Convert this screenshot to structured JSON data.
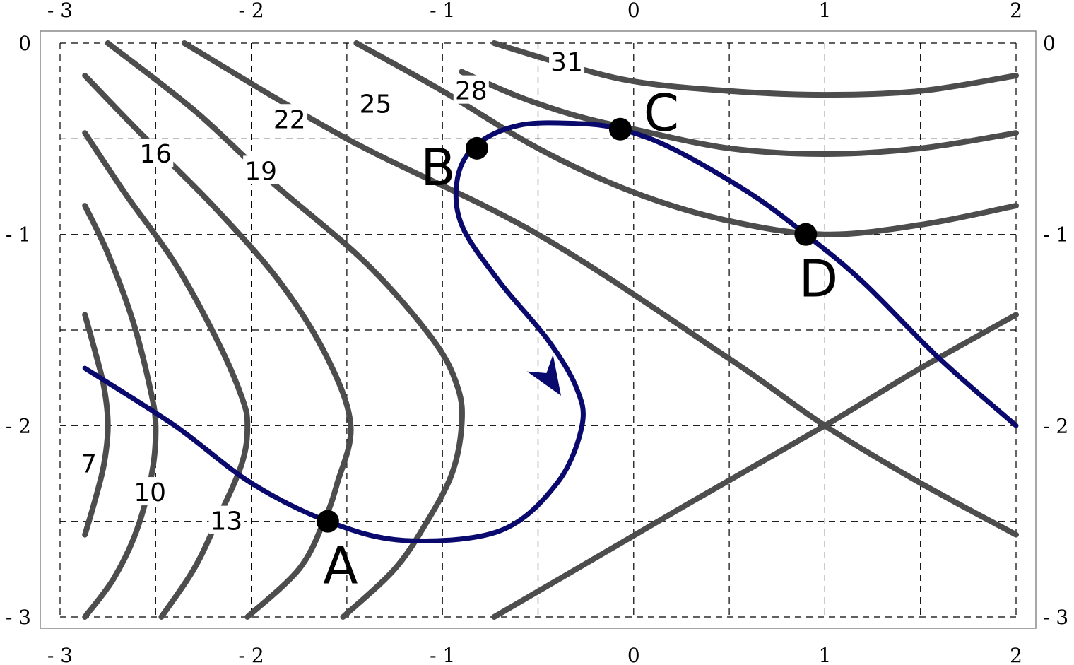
{
  "chart_data": {
    "type": "line",
    "xlim": [
      -3,
      2
    ],
    "ylim": [
      -3,
      0
    ],
    "x_ticks": [
      -3,
      -2,
      -1,
      0,
      1,
      2
    ],
    "y_ticks": [
      0,
      -1,
      -2,
      -3
    ],
    "x_tick_labels": [
      "- 3",
      "- 2",
      "- 1",
      "0",
      "1",
      "2"
    ],
    "y_tick_labels": [
      "0",
      "- 1",
      "- 2",
      "- 3"
    ],
    "grid": true,
    "grid_step": 0.5,
    "colors": {
      "contour": "#4d4d4d",
      "path": "#0a0a6e",
      "grid": "#000000",
      "frame": "#8a8a8a"
    },
    "contours": [
      {
        "label": "7",
        "label_at": [
          -2.85,
          -2.2
        ],
        "points": [
          [
            -2.87,
            -1.42
          ],
          [
            -2.82,
            -1.6
          ],
          [
            -2.77,
            -1.8
          ],
          [
            -2.75,
            -2.0
          ],
          [
            -2.77,
            -2.2
          ],
          [
            -2.82,
            -2.4
          ],
          [
            -2.87,
            -2.57
          ]
        ]
      },
      {
        "label": "10",
        "label_at": [
          -2.53,
          -2.35
        ],
        "points": [
          [
            -2.87,
            -0.85
          ],
          [
            -2.75,
            -1.1
          ],
          [
            -2.62,
            -1.45
          ],
          [
            -2.53,
            -1.8
          ],
          [
            -2.5,
            -2.0
          ],
          [
            -2.52,
            -2.25
          ],
          [
            -2.6,
            -2.55
          ],
          [
            -2.72,
            -2.8
          ],
          [
            -2.87,
            -3.0
          ]
        ]
      },
      {
        "label": "13",
        "label_at": [
          -2.13,
          -2.5
        ],
        "points": [
          [
            -2.87,
            -0.47
          ],
          [
            -2.65,
            -0.8
          ],
          [
            -2.4,
            -1.15
          ],
          [
            -2.18,
            -1.55
          ],
          [
            -2.05,
            -1.85
          ],
          [
            -2.02,
            -2.0
          ],
          [
            -2.05,
            -2.2
          ],
          [
            -2.18,
            -2.5
          ],
          [
            -2.3,
            -2.75
          ],
          [
            -2.47,
            -3.0
          ]
        ]
      },
      {
        "label": "16",
        "label_at": [
          -2.5,
          -0.58
        ],
        "points": [
          [
            -2.87,
            -0.17
          ],
          [
            -2.6,
            -0.45
          ],
          [
            -2.2,
            -0.85
          ],
          [
            -1.85,
            -1.25
          ],
          [
            -1.6,
            -1.65
          ],
          [
            -1.48,
            -2.0
          ],
          [
            -1.55,
            -2.3
          ],
          [
            -1.62,
            -2.5
          ],
          [
            -1.75,
            -2.75
          ],
          [
            -2.02,
            -3.0
          ]
        ]
      },
      {
        "label": "19",
        "label_at": [
          -1.95,
          -0.67
        ],
        "points": [
          [
            -2.75,
            0.0
          ],
          [
            -2.3,
            -0.35
          ],
          [
            -1.9,
            -0.72
          ],
          [
            -1.4,
            -1.15
          ],
          [
            -1.05,
            -1.55
          ],
          [
            -0.92,
            -1.8
          ],
          [
            -0.9,
            -2.0
          ],
          [
            -0.95,
            -2.25
          ],
          [
            -1.08,
            -2.5
          ],
          [
            -1.25,
            -2.75
          ],
          [
            -1.52,
            -3.0
          ]
        ]
      },
      {
        "label": "22",
        "label_at": [
          -1.8,
          -0.4
        ],
        "points": [
          [
            -2.35,
            0.0
          ],
          [
            -1.5,
            -0.5
          ],
          [
            -0.5,
            -1.0
          ],
          [
            0.5,
            -1.65
          ],
          [
            1.0,
            -2.0
          ],
          [
            1.5,
            -2.3
          ],
          [
            2.0,
            -2.57
          ]
        ]
      },
      {
        "label": "25",
        "label_at": [
          -1.35,
          -0.32
        ],
        "points": [
          [
            -1.45,
            0.0
          ],
          [
            -1.0,
            -0.25
          ],
          [
            -0.5,
            -0.55
          ],
          [
            0.0,
            -0.78
          ],
          [
            0.5,
            -0.93
          ],
          [
            1.0,
            -1.0
          ],
          [
            1.5,
            -0.95
          ],
          [
            2.0,
            -0.85
          ]
        ]
      },
      {
        "label": "28",
        "label_at": [
          -0.85,
          -0.25
        ],
        "points": [
          [
            -0.9,
            -0.15
          ],
          [
            -0.6,
            -0.28
          ],
          [
            -0.3,
            -0.38
          ],
          [
            0.0,
            -0.45
          ],
          [
            0.5,
            -0.55
          ],
          [
            1.0,
            -0.58
          ],
          [
            1.5,
            -0.55
          ],
          [
            2.0,
            -0.47
          ]
        ]
      },
      {
        "label": "31",
        "label_at": [
          -0.35,
          -0.1
        ],
        "points": [
          [
            -0.73,
            0.0
          ],
          [
            -0.4,
            -0.1
          ],
          [
            0.0,
            -0.2
          ],
          [
            0.5,
            -0.25
          ],
          [
            1.0,
            -0.27
          ],
          [
            1.5,
            -0.25
          ],
          [
            2.0,
            -0.17
          ]
        ]
      },
      {
        "label": "",
        "label_at": null,
        "points": [
          [
            -0.73,
            -3.0
          ],
          [
            -0.3,
            -2.75
          ],
          [
            0.3,
            -2.4
          ],
          [
            1.0,
            -2.0
          ],
          [
            1.5,
            -1.7
          ],
          [
            2.0,
            -1.42
          ]
        ]
      }
    ],
    "path": {
      "points": [
        [
          -2.87,
          -1.7
        ],
        [
          -2.4,
          -2.0
        ],
        [
          -2.0,
          -2.3
        ],
        [
          -1.6,
          -2.5
        ],
        [
          -1.2,
          -2.6
        ],
        [
          -0.7,
          -2.55
        ],
        [
          -0.4,
          -2.3
        ],
        [
          -0.27,
          -2.0
        ],
        [
          -0.3,
          -1.8
        ],
        [
          -0.45,
          -1.55
        ],
        [
          -0.7,
          -1.25
        ],
        [
          -0.9,
          -0.95
        ],
        [
          -0.92,
          -0.7
        ],
        [
          -0.82,
          -0.53
        ],
        [
          -0.6,
          -0.43
        ],
        [
          -0.3,
          -0.42
        ],
        [
          -0.07,
          -0.45
        ],
        [
          0.2,
          -0.55
        ],
        [
          0.6,
          -0.78
        ],
        [
          0.9,
          -1.0
        ],
        [
          1.2,
          -1.25
        ],
        [
          1.6,
          -1.65
        ],
        [
          2.0,
          -2.0
        ]
      ],
      "arrow_at": [
        -0.44,
        -1.75
      ],
      "arrow_dir": [
        0.55,
        -0.85
      ]
    },
    "points": [
      {
        "label": "A",
        "x": -1.6,
        "y": -2.5,
        "label_offset": "below"
      },
      {
        "label": "B",
        "x": -0.82,
        "y": -0.55,
        "label_offset": "below-left"
      },
      {
        "label": "C",
        "x": -0.07,
        "y": -0.45,
        "label_offset": "above-right"
      },
      {
        "label": "D",
        "x": 0.9,
        "y": -1.0,
        "label_offset": "below"
      }
    ]
  }
}
